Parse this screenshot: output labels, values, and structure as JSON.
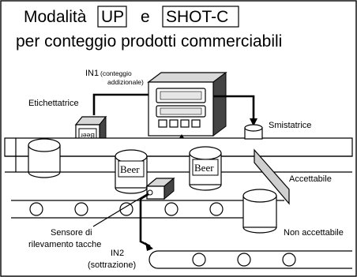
{
  "title": {
    "line1_prefix": "Modalità",
    "mode_up": "UP",
    "conjunction": "e",
    "mode_shot": "SHOT-C",
    "line2": "per conteggio prodotti commerciabili"
  },
  "labels": {
    "in1": "IN1",
    "in1_note_1": "(conteggio",
    "in1_note_2": "addizionale)",
    "labeler": "Etichettatrice",
    "sorter": "Smistatrice",
    "accepted": "Accettabile",
    "rejected": "Non accettabile",
    "sensor_1": "Sensore di",
    "sensor_2": "rilevamento tacche",
    "in2": "IN2",
    "in2_note": "(sottrazione)",
    "beer": "Beer"
  }
}
